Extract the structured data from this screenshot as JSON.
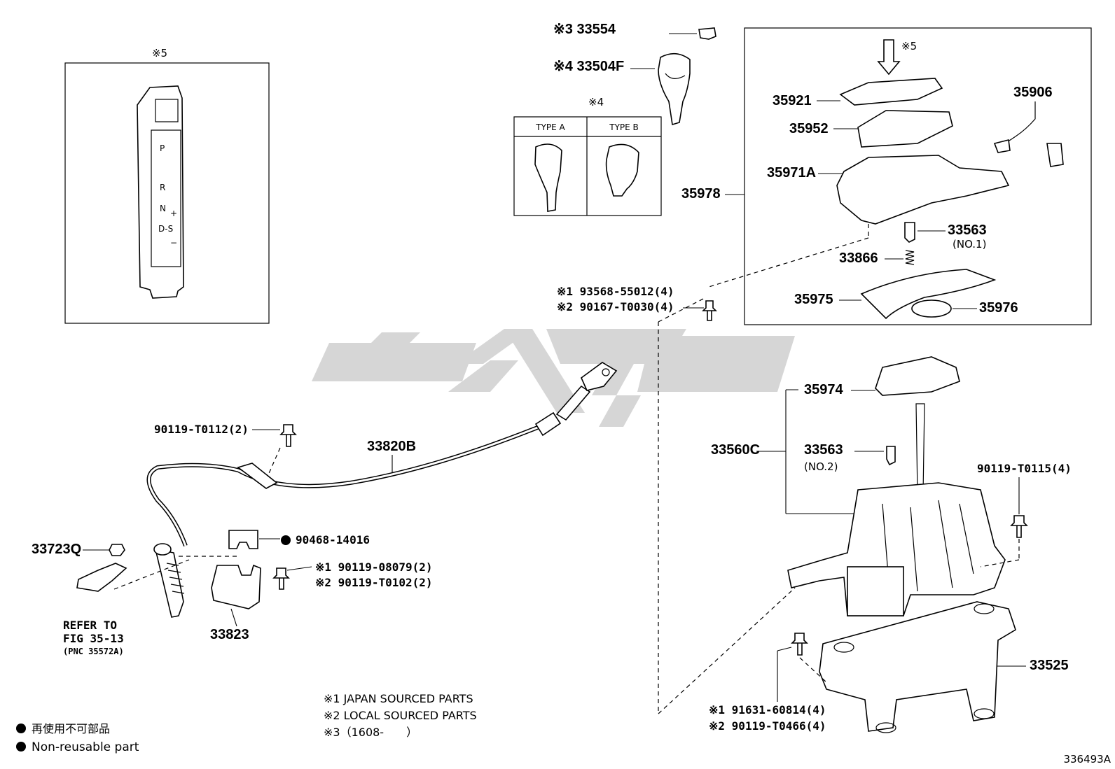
{
  "diagram_id": "336493A",
  "notes": {
    "n1": "※1 JAPAN SOURCED PARTS",
    "n2": "※2 LOCAL SOURCED PARTS",
    "n3": "※3（1608-　　）"
  },
  "legend": {
    "jp": "再使用不可部品",
    "en": "Non-reusable part"
  },
  "shift_panel": {
    "mark": "※5",
    "positions": [
      "P",
      "R",
      "N",
      "D-S"
    ],
    "plus": "+",
    "minus": "−"
  },
  "knob_types": {
    "mark": "※4",
    "type_a": "TYPE A",
    "type_b": "TYPE B"
  },
  "labels": {
    "p33554": "※3 33554",
    "p33504F": "※4 33504F",
    "mark5_arrow": "※5",
    "p35921": "35921",
    "p35952": "35952",
    "p35971A": "35971A",
    "p35978": "35978",
    "p35906": "35906",
    "p33563_1": "33563",
    "p33563_1_sub": "(NO.1)",
    "p33866": "33866",
    "p35975": "35975",
    "p35976": "35976",
    "bolt_a1": "※1 93568-55012(4)",
    "bolt_a2": "※2 90167-T0030(4)",
    "p35974": "35974",
    "p33560C": "33560C",
    "p33563_2": "33563",
    "p33563_2_sub": "(NO.2)",
    "p90119_T0115": "90119-T0115(4)",
    "p33525": "33525",
    "bolt_b1": "※1 91631-60814(4)",
    "bolt_b2": "※2 90119-T0466(4)",
    "p90119_T0112": "90119-T0112(2)",
    "p33820B": "33820B",
    "p33723Q": "33723Q",
    "p90468": "90468-14016",
    "bolt_c1": "※1 90119-08079(2)",
    "bolt_c2": "※2 90119-T0102(2)",
    "p33823": "33823",
    "refer1": "REFER TO",
    "refer2": "FIG 35-13",
    "refer3": "(PNC 35572A)"
  }
}
